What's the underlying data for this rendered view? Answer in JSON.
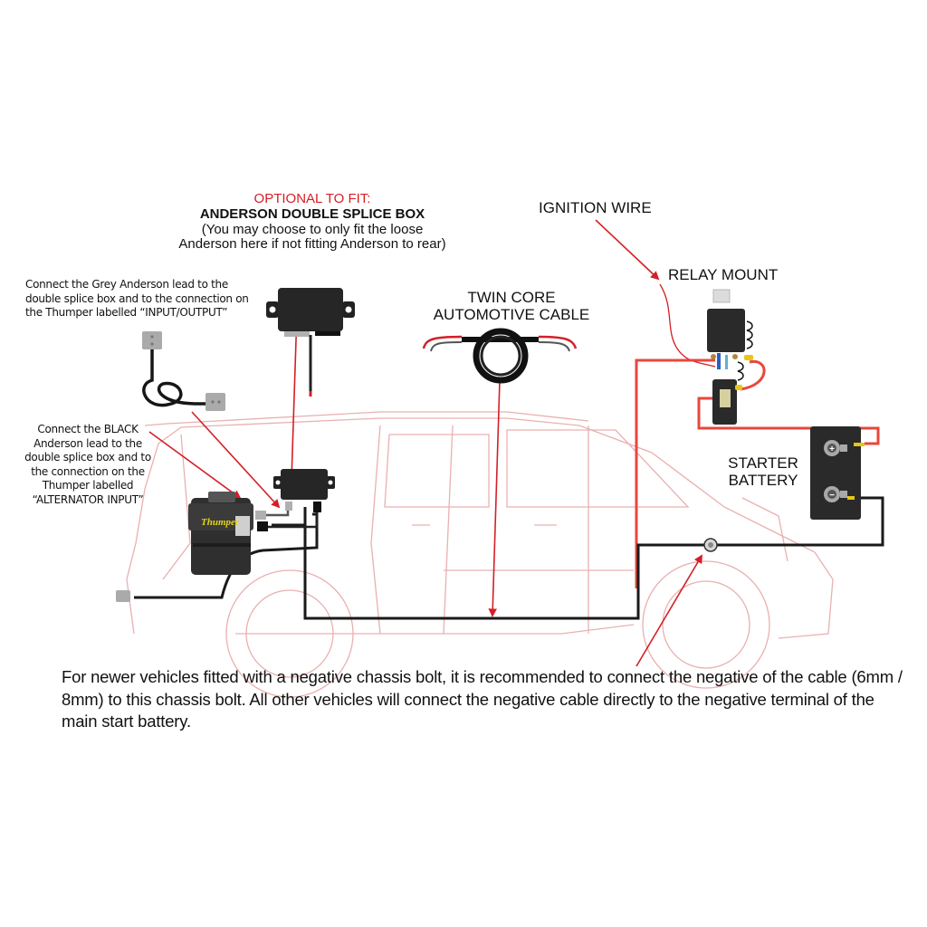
{
  "diagram": {
    "type": "wiring-installation-diagram",
    "splice_box": {
      "optional": "OPTIONAL TO FIT:",
      "title": "ANDERSON DOUBLE SPLICE BOX",
      "description": "(You may choose to only fit the loose Anderson here if not fitting Anderson to rear)"
    },
    "grey_anderson_note": "Connect the Grey Anderson lead to the double splice box and to the connection on the Thumper labelled “INPUT/OUTPUT”",
    "black_anderson_note": "Connect the BLACK Anderson lead to the double splice box and to the connection on the Thumper labelled “ALTERNATOR INPUT”",
    "twin_core_label": "TWIN CORE AUTOMOTIVE CABLE",
    "ignition_label": "IGNITION WIRE",
    "relay_label": "RELAY MOUNT",
    "battery_label": "STARTER BATTERY",
    "battery_terminals": [
      "+",
      "−"
    ],
    "thumper_brand": "Thumper",
    "footer_note": "For newer vehicles fitted with a negative chassis bolt, it is recommended to connect the negative of the cable (6mm / 8mm) to this chassis bolt. All other vehicles will connect the negative cable directly to the negative terminal of the main start battery.",
    "colors": {
      "annotation_red": "#d41f26",
      "positive_wire": "#e8473e",
      "negative_wire": "#1a1a1a",
      "vehicle_outline": "#e8a4a4",
      "component_dark": "#262626",
      "anderson_grey": "#a9a9a9"
    }
  }
}
